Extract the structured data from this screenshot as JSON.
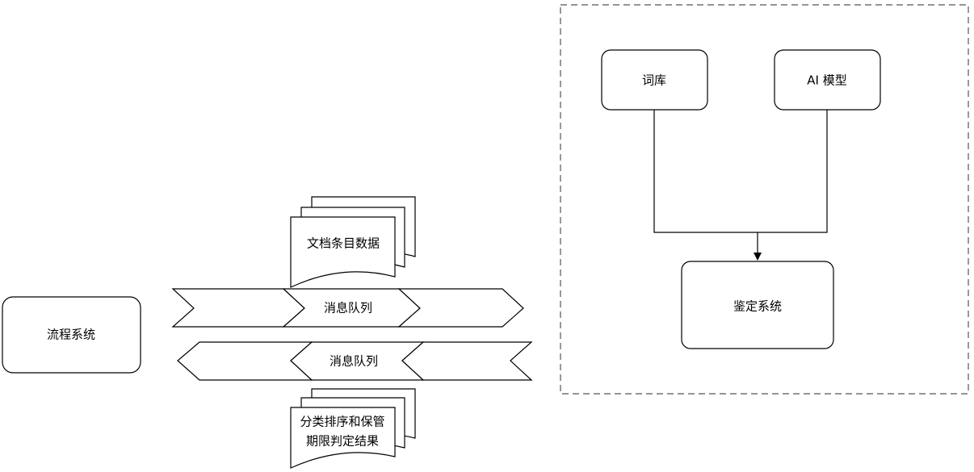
{
  "nodes": {
    "process_system": "流程系统",
    "doc_data": "文档条目数据",
    "queue_out": "消息队列",
    "queue_in": "消息队列",
    "result_line1": "分类排序和保管",
    "result_line2": "期限判定结果",
    "lexicon": "词库",
    "ai_model": "AI 模型",
    "appraisal_system": "鉴定系统"
  },
  "colors": {
    "stroke": "#000000",
    "fill": "#ffffff",
    "dashed_border": "#555555"
  }
}
